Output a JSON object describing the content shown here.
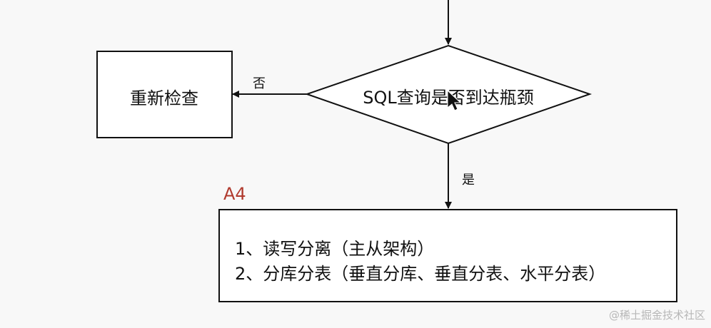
{
  "diagram": {
    "decision": {
      "label": "SQL查询是否到达瓶颈"
    },
    "recheck_box": {
      "label": "重新检查"
    },
    "edge_no": {
      "label": "否"
    },
    "edge_yes": {
      "label": "是"
    },
    "section_label": {
      "text": "A4",
      "color": "#b03a2e"
    },
    "solution_box": {
      "lines": [
        "1、读写分离（主从架构）",
        "2、分库分表（垂直分库、垂直分表、水平分表）"
      ]
    }
  },
  "watermark": {
    "text": "@稀土掘金技术社区"
  },
  "colors": {
    "background": "#f8f8f8",
    "stroke": "#111111",
    "text": "#111111"
  }
}
